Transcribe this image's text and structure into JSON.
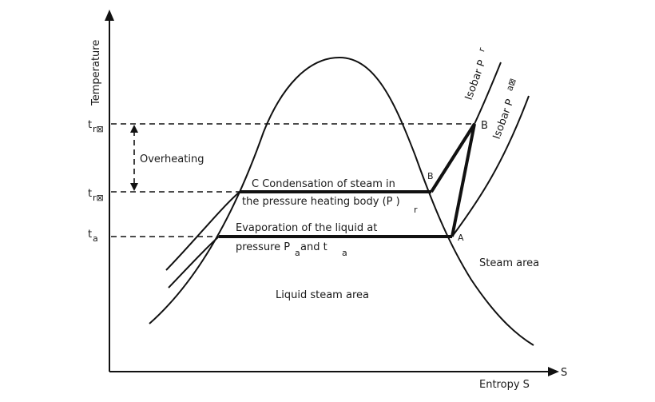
{
  "axes": {
    "y_label": "Temperature",
    "x_label": "Entropy S",
    "x_arrow_label": "S"
  },
  "ticks": {
    "t_r_prime": "t",
    "t_r_prime_sub": "r⊠",
    "t_r": "t",
    "t_r_sub": "r⊠",
    "t_a": "t",
    "t_a_sub": "a"
  },
  "labels": {
    "overheating": "Overheating",
    "condensation_line1": "C Condensation of steam in",
    "condensation_line2": "the pressure heating body  (P  )",
    "condensation_sub": "r",
    "evaporation_line1": "Evaporation of the liquid at",
    "evaporation_line2a": "pressure  P",
    "evaporation_sub_a": "a",
    "evaporation_line2b": "and  t",
    "evaporation_sub_t": "a",
    "steam_area": "Steam area",
    "liquid_steam_area": "Liquid steam area",
    "isobar_pr": "Isobar  P",
    "isobar_pr_sub": "r",
    "isobar_pa": "Isobar  P",
    "isobar_pa_sub": "a⊠",
    "point_A": "A",
    "point_B_lower": "B",
    "point_B_upper": "B"
  }
}
